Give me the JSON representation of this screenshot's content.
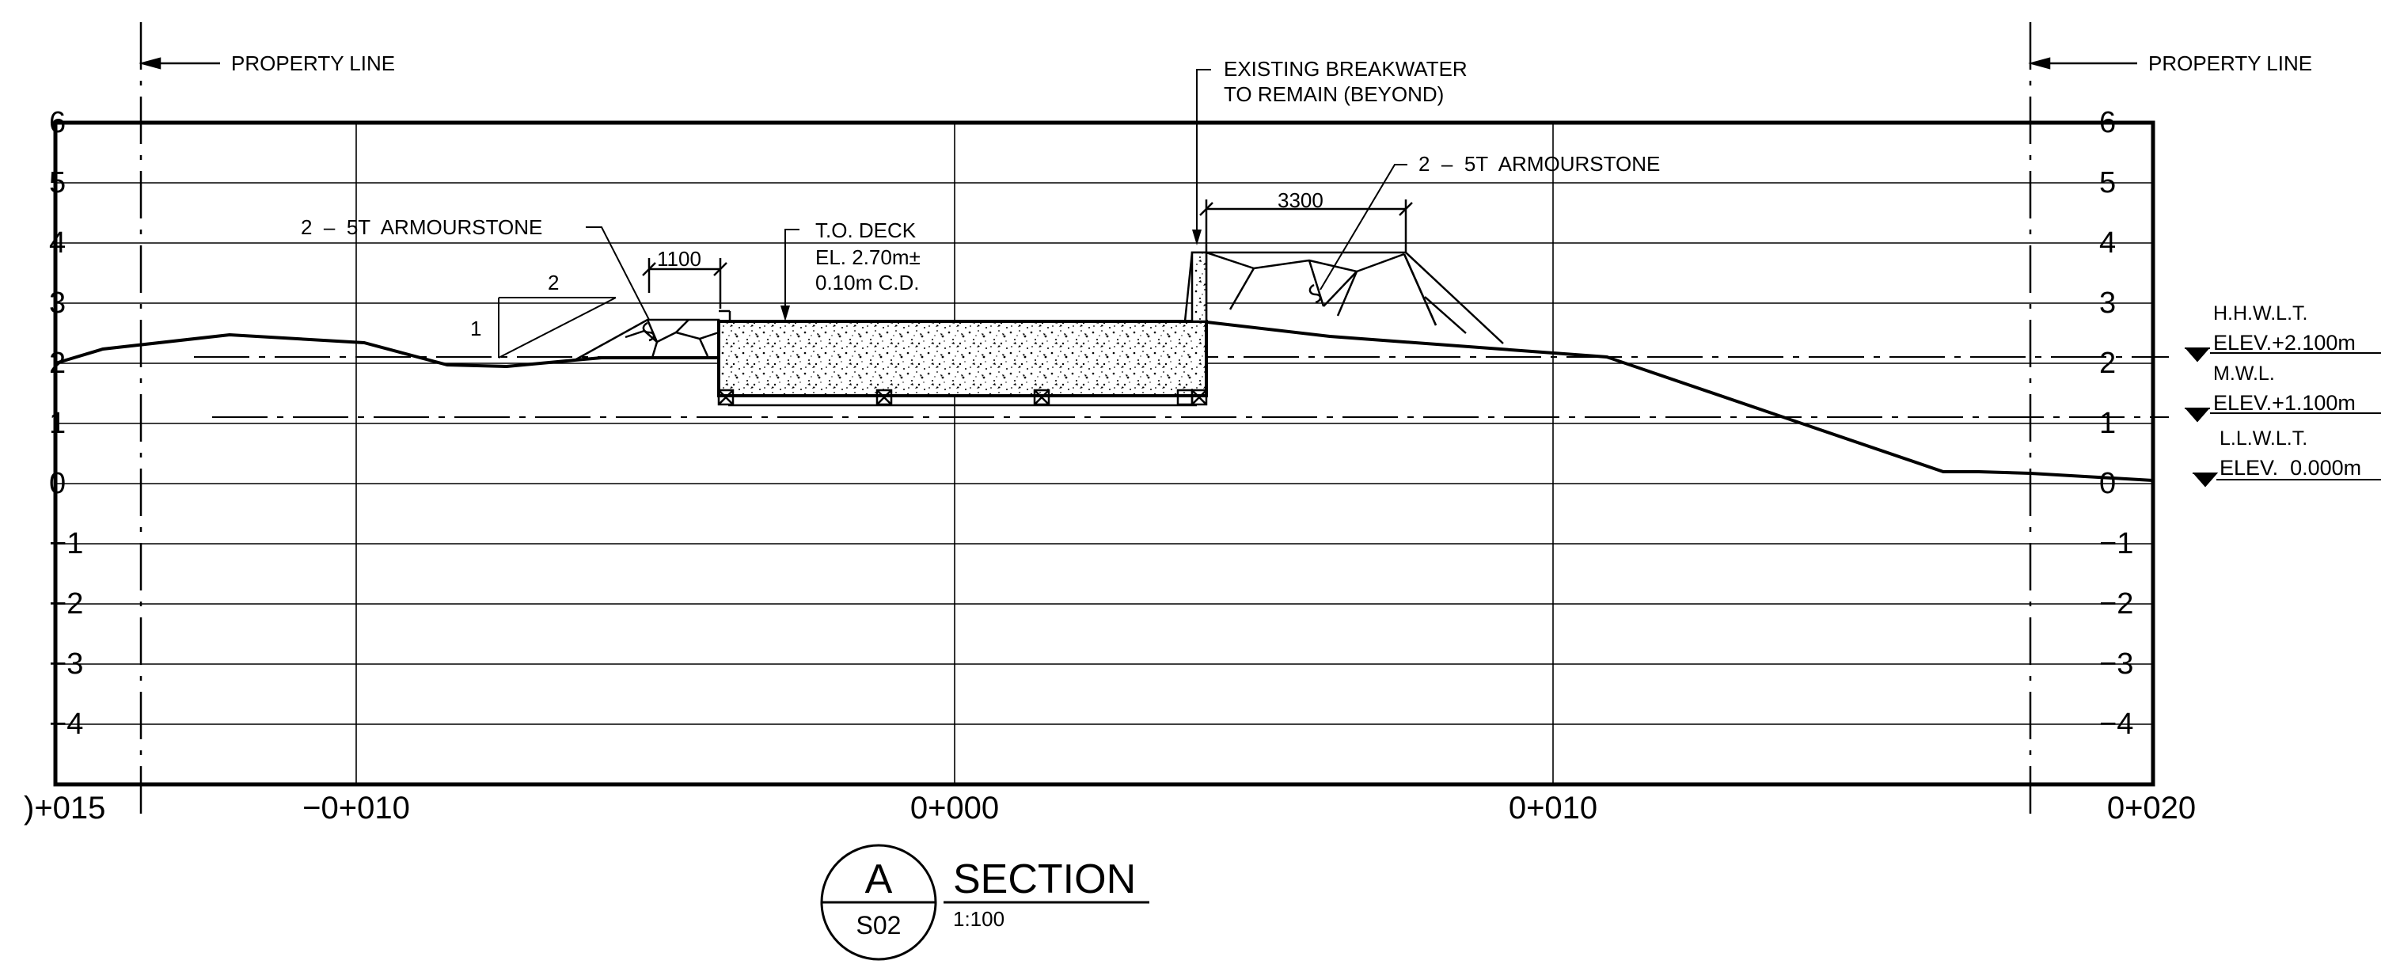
{
  "labels": {
    "property_line_left": "PROPERTY LINE",
    "property_line_right": "PROPERTY LINE",
    "breakwater_line1": "EXISTING BREAKWATER",
    "breakwater_line2": "TO REMAIN (BEYOND)",
    "armourstone_left": "2  –  5T  ARMOURSTONE",
    "armourstone_right": "2  –  5T  ARMOURSTONE",
    "deck_line1": "T.O. DECK",
    "deck_line2": "EL. 2.70m±",
    "deck_line3": "0.10m C.D.",
    "dim_1100": "1100",
    "dim_3300": "3300",
    "slope_run": "2",
    "slope_rise": "1"
  },
  "water_levels": [
    {
      "name": "H.H.W.L.T.",
      "elev_label": "ELEV.+2.100m",
      "elevation": 2.1
    },
    {
      "name": "M.W.L.",
      "elev_label": "ELEV.+1.100m",
      "elevation": 1.1
    },
    {
      "name": "L.L.W.L.T.",
      "elev_label": "ELEV.  0.000m",
      "elevation": 0.0
    }
  ],
  "elevation_axis": {
    "ticks": [
      6,
      5,
      4,
      3,
      2,
      1,
      0,
      -1,
      -2,
      -3,
      -4
    ],
    "tick_labels": [
      "6",
      "5",
      "4",
      "3",
      "2",
      "1",
      "0",
      "−1",
      "−2",
      "−3",
      "−4"
    ]
  },
  "chainage_axis": {
    "labels": [
      ")+015",
      "−0+010",
      "0+000",
      "0+010",
      "0+020"
    ]
  },
  "section_title": {
    "letter": "A",
    "sheet": "S02",
    "title": "SECTION",
    "scale": "1:100"
  }
}
